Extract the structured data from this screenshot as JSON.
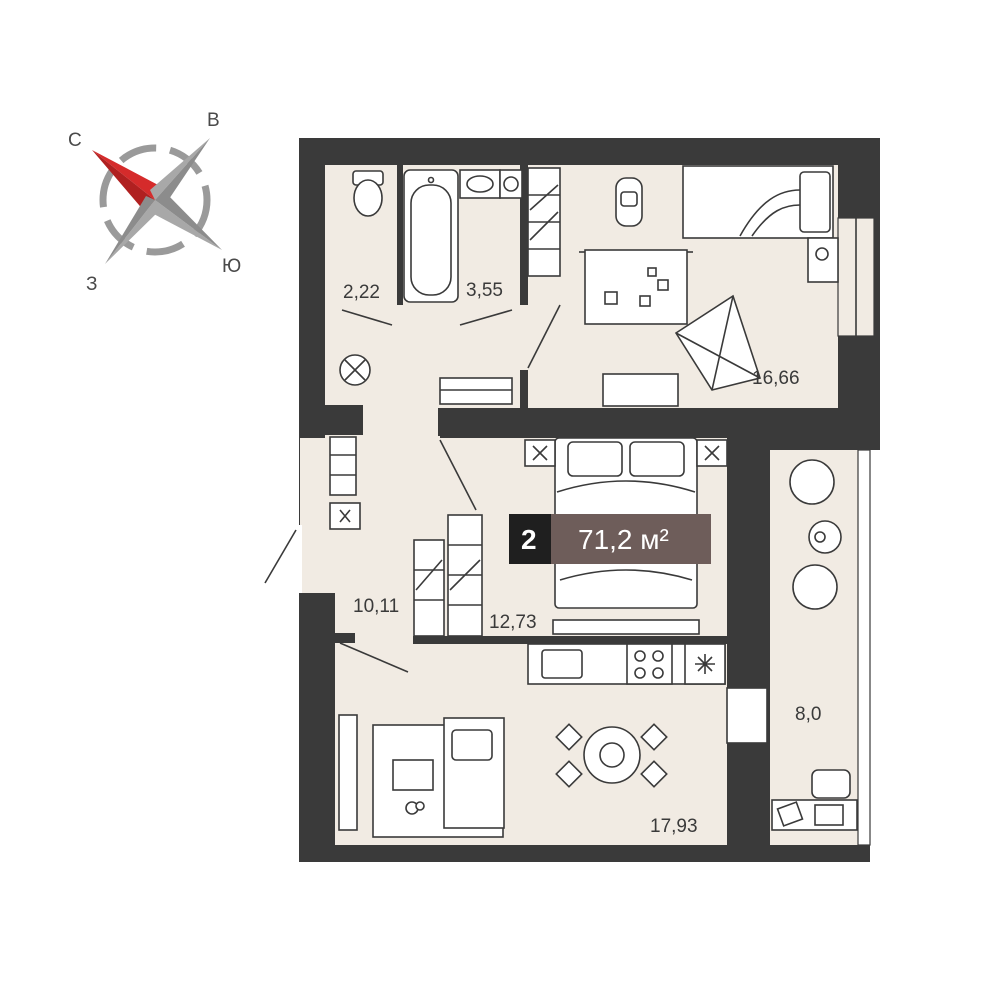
{
  "compass": {
    "north": "С",
    "east": "В",
    "south": "Ю",
    "west": "З"
  },
  "badge": {
    "rooms": "2",
    "area": "71,2 м²"
  },
  "rooms": {
    "toilet": "2,22",
    "bathroom": "3,55",
    "kids_room": "16,66",
    "hall": "10,11",
    "bedroom": "12,73",
    "loggia": "8,0",
    "living_kitchen": "17,93"
  },
  "colors": {
    "wall": "#3a3a3a",
    "floor": "#f1ebe3",
    "badge_dark": "#1f1f1f",
    "badge_brown": "#6e5d5a",
    "compass_red": "#d52b2b",
    "compass_gray": "#9a9a9a"
  }
}
